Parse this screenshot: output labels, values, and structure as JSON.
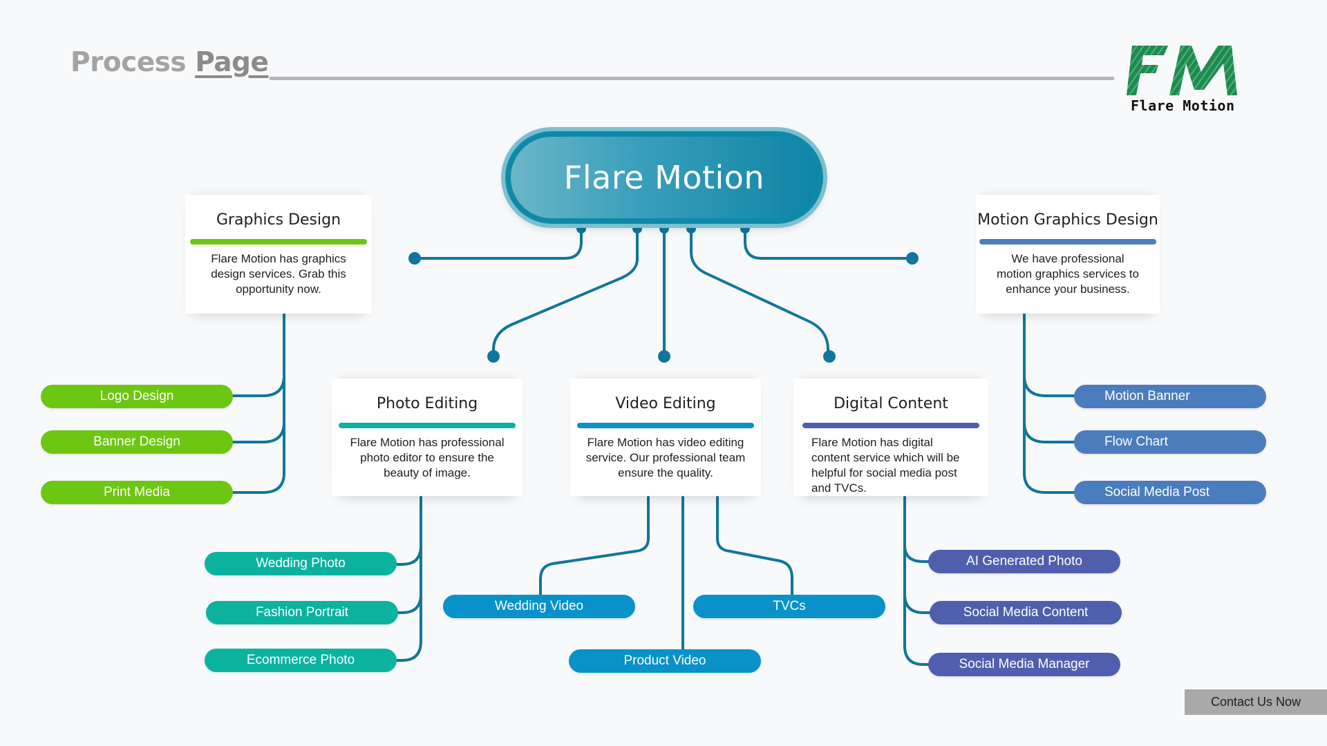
{
  "header": {
    "title_part1": "Process",
    "title_part2": "Page"
  },
  "logo": {
    "mark": "FM",
    "name": "Flare Motion"
  },
  "hub": {
    "title": "Flare Motion"
  },
  "colors": {
    "green": "#6dc612",
    "teal": "#0bb39f",
    "blue": "#0892c9",
    "indigo": "#4f5fae",
    "steel": "#4b7cbd",
    "connector": "#10769b",
    "logo_green": "#1f8a50"
  },
  "categories": {
    "graphics": {
      "title": "Graphics Design",
      "description": "Flare Motion has graphics design services. Grab this opportunity now.",
      "items": [
        "Logo Design",
        "Banner Design",
        "Print Media"
      ]
    },
    "motion": {
      "title": "Motion Graphics Design",
      "description": "We have professional motion graphics services to enhance your business.",
      "items": [
        "Motion Banner",
        "Flow Chart",
        "Social Media Post"
      ]
    },
    "photo": {
      "title": "Photo Editing",
      "description": "Flare Motion has professional photo editor to ensure the beauty of image.",
      "items": [
        "Wedding Photo",
        "Fashion Portrait",
        "Ecommerce Photo"
      ]
    },
    "video": {
      "title": "Video Editing",
      "description": "Flare Motion has video editing service. Our professional team ensure the quality.",
      "items": [
        "Wedding Video",
        "TVCs",
        "Product Video"
      ]
    },
    "digital": {
      "title": "Digital Content",
      "description": "Flare Motion has digital content service which will be helpful for social media post and TVCs.",
      "items": [
        "AI Generated Photo",
        "Social Media Content",
        "Social Media Manager"
      ]
    }
  },
  "contact": {
    "label": "Contact Us Now"
  }
}
